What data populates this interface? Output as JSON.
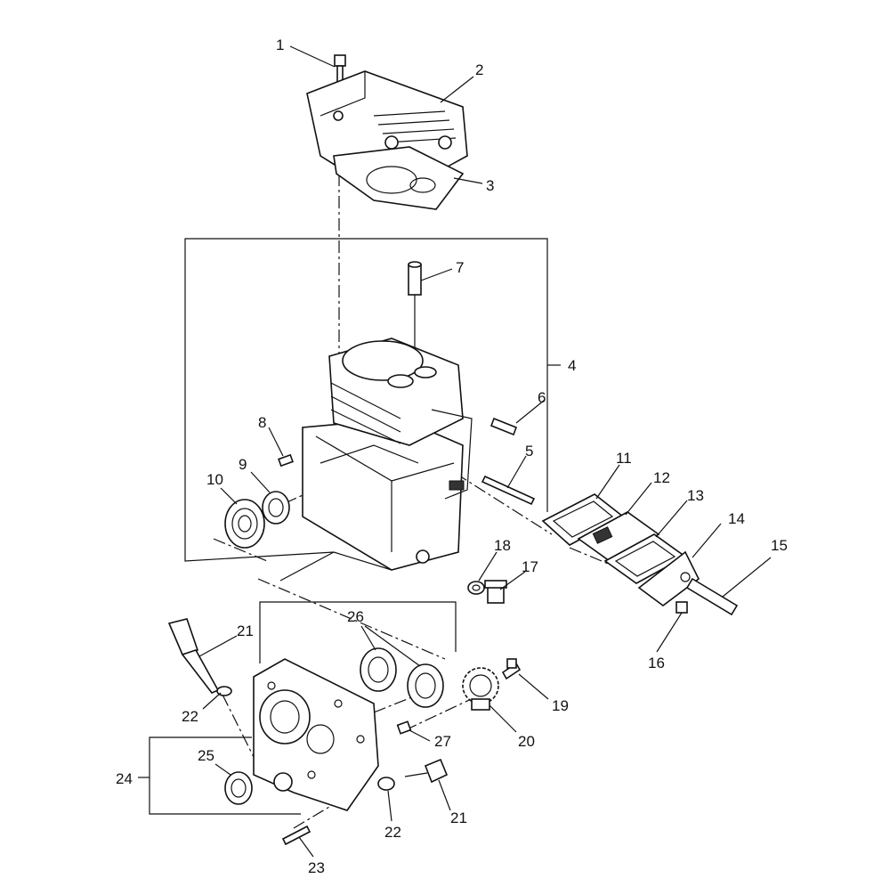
{
  "callouts": [
    {
      "id": "c1",
      "label": "1"
    },
    {
      "id": "c2",
      "label": "2"
    },
    {
      "id": "c3",
      "label": "3"
    },
    {
      "id": "c4",
      "label": "4"
    },
    {
      "id": "c5",
      "label": "5"
    },
    {
      "id": "c6",
      "label": "6"
    },
    {
      "id": "c7",
      "label": "7"
    },
    {
      "id": "c8",
      "label": "8"
    },
    {
      "id": "c9",
      "label": "9"
    },
    {
      "id": "c10",
      "label": "10"
    },
    {
      "id": "c11",
      "label": "11"
    },
    {
      "id": "c12",
      "label": "12"
    },
    {
      "id": "c13",
      "label": "13"
    },
    {
      "id": "c14",
      "label": "14"
    },
    {
      "id": "c15",
      "label": "15"
    },
    {
      "id": "c16",
      "label": "16"
    },
    {
      "id": "c17",
      "label": "17"
    },
    {
      "id": "c18",
      "label": "18"
    },
    {
      "id": "c19",
      "label": "19"
    },
    {
      "id": "c20",
      "label": "20"
    },
    {
      "id": "c21a",
      "label": "21"
    },
    {
      "id": "c21b",
      "label": "21"
    },
    {
      "id": "c22a",
      "label": "22"
    },
    {
      "id": "c22b",
      "label": "22"
    },
    {
      "id": "c23",
      "label": "23"
    },
    {
      "id": "c24",
      "label": "24"
    },
    {
      "id": "c25",
      "label": "25"
    },
    {
      "id": "c26",
      "label": "26"
    },
    {
      "id": "c27",
      "label": "27"
    }
  ]
}
